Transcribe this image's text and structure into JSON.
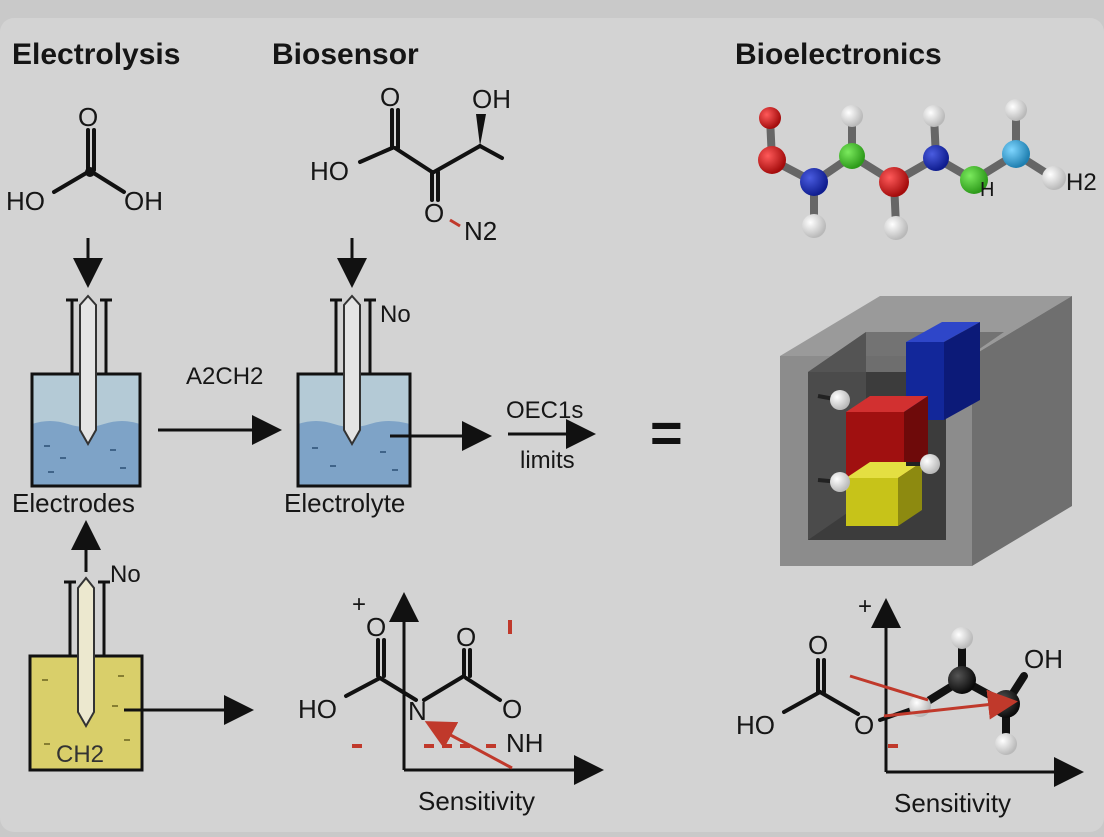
{
  "headers": {
    "electrolysis": "Electrolysis",
    "biosensor": "Biosensor",
    "bioelectronics": "Bioelectronics"
  },
  "carbonic_acid": {
    "o": "O",
    "ho": "HO",
    "oh": "OH"
  },
  "biosensor_molecule": {
    "o": "O",
    "oh": "OH",
    "ho": "HO",
    "o2": "O",
    "n2": "N2"
  },
  "labels": {
    "reagent": "A2CH2",
    "no_top": "No",
    "no_bottom": "No",
    "electrodes": "Electrodes",
    "electrolyte": "Electrolyte",
    "oec": "OEC1s",
    "limits": "limits",
    "equals": "=",
    "ch2": "CH2"
  },
  "plot_left": {
    "plus": "+",
    "o1": "O",
    "o2": "O",
    "o3": "O",
    "ho": "HO",
    "n": "N",
    "nh": "NH",
    "xlabel": "Sensitivity"
  },
  "plot_right": {
    "plus": "+",
    "o1": "O",
    "o2": "O",
    "ho": "HO",
    "oh": "OH",
    "xlabel": "Sensitivity"
  },
  "molecule_model": {
    "h2": "H2",
    "h": "H"
  },
  "colors": {
    "background": "#c9c9c9",
    "water": "#7ea3c7",
    "water_light": "#b4cad6",
    "electrolyte_yellow": "#d9cf6a",
    "red_accent": "#c0392b",
    "block_blue": "#12279a",
    "block_red": "#a01010",
    "block_yellow": "#c7c319"
  }
}
